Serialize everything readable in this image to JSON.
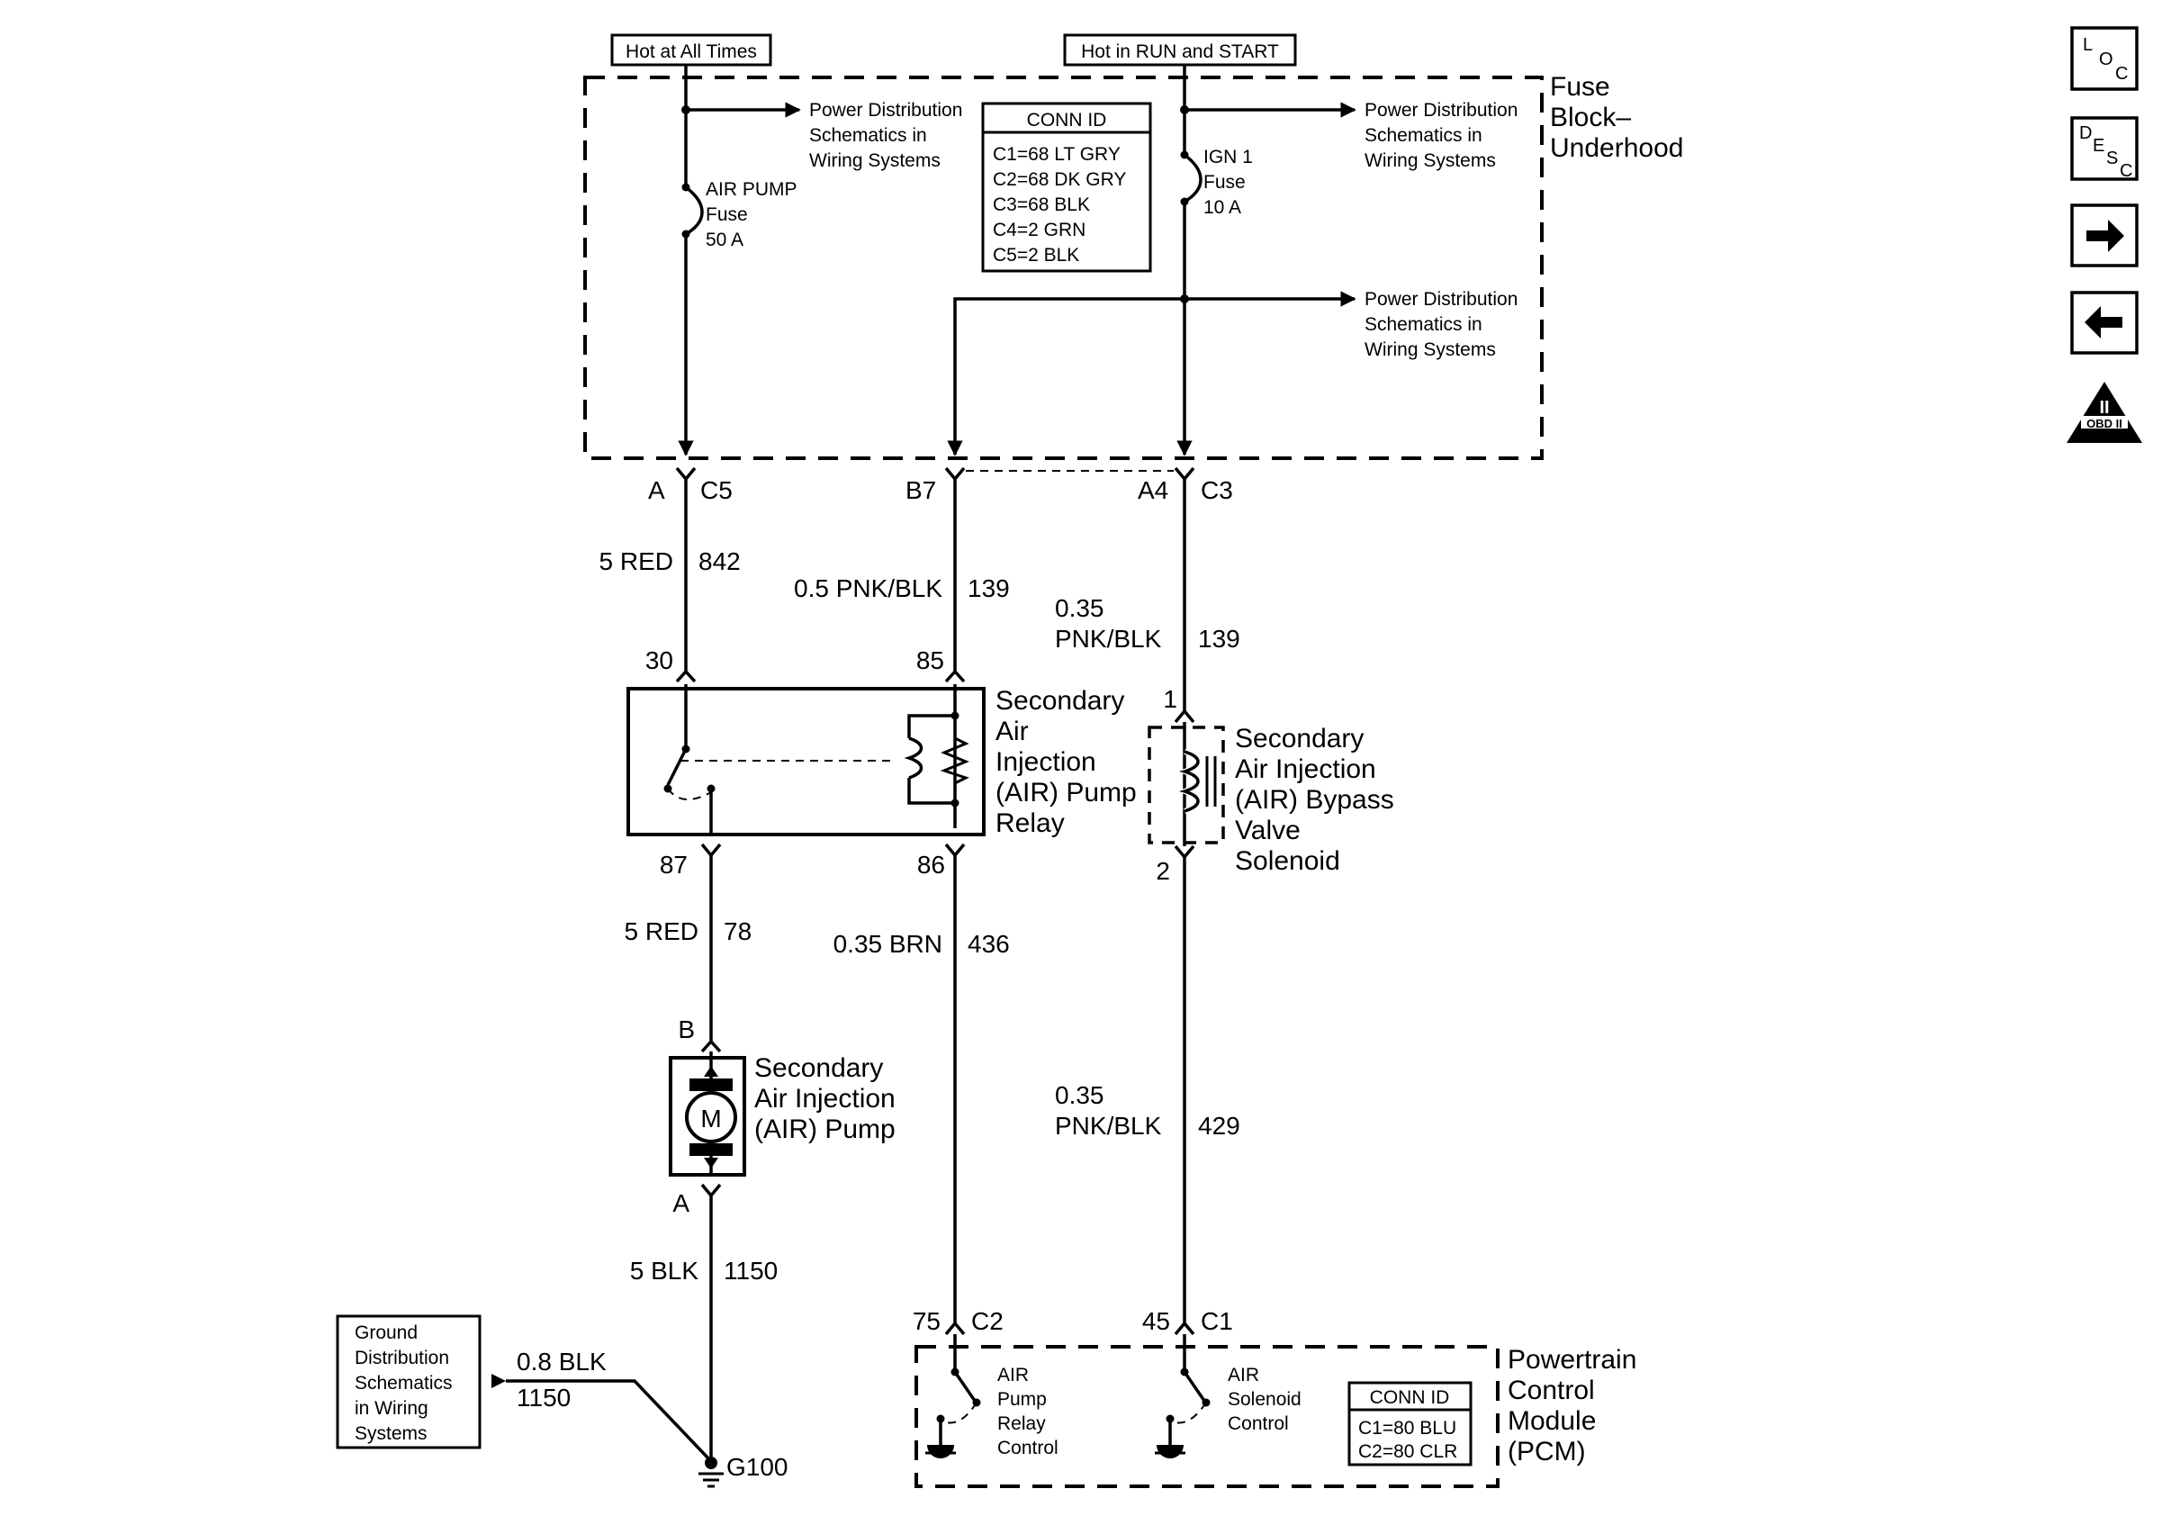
{
  "sources": {
    "hot_at_all_times": "Hot at All Times",
    "hot_in_run_start": "Hot in RUN and START"
  },
  "fuse_block": {
    "title_line1": "Fuse",
    "title_line2": "Block–",
    "title_line3": "Underhood",
    "power_dist_1": [
      "Power Distribution",
      "Schematics in",
      "Wiring Systems"
    ],
    "power_dist_2": [
      "Power Distribution",
      "Schematics in",
      "Wiring Systems"
    ],
    "power_dist_3": [
      "Power Distribution",
      "Schematics in",
      "Wiring Systems"
    ],
    "air_pump_fuse": [
      "AIR PUMP",
      "Fuse",
      "50 A"
    ],
    "ign_fuse": [
      "IGN 1",
      "Fuse",
      "10 A"
    ],
    "conn_id_title": "CONN ID",
    "conn_ids": [
      "C1=68 LT GRY",
      "C2=68 DK GRY",
      "C3=68 BLK",
      "C4=2 GRN",
      "C5=2 BLK"
    ]
  },
  "terminals": {
    "a": "A",
    "c5": "C5",
    "b7": "B7",
    "a4": "A4",
    "c3": "C3",
    "t30": "30",
    "t85": "85",
    "t87": "87",
    "t86": "86",
    "s1": "1",
    "s2": "2",
    "pump_b": "B",
    "pump_a": "A",
    "t75": "75",
    "c2": "C2",
    "t45": "45",
    "c1": "C1"
  },
  "wires": {
    "w842": {
      "size": "5 RED",
      "circuit": "842"
    },
    "w139a": {
      "size": "0.5 PNK/BLK",
      "circuit": "139"
    },
    "w139b": {
      "size_line1": "0.35",
      "size_line2": "PNK/BLK",
      "circuit": "139"
    },
    "w78": {
      "size": "5 RED",
      "circuit": "78"
    },
    "w436": {
      "size": "0.35 BRN",
      "circuit": "436"
    },
    "w429": {
      "size_line1": "0.35",
      "size_line2": "PNK/BLK",
      "circuit": "429"
    },
    "w1150": {
      "size": "5 BLK",
      "circuit": "1150"
    },
    "w1150g": {
      "size": "0.8 BLK",
      "circuit": "1150"
    }
  },
  "components": {
    "relay": [
      "Secondary",
      "Air",
      "Injection",
      "(AIR) Pump",
      "Relay"
    ],
    "solenoid": [
      "Secondary",
      "Air Injection",
      "(AIR) Bypass",
      "Valve",
      "Solenoid"
    ],
    "pump": [
      "Secondary",
      "Air Injection",
      "(AIR) Pump"
    ],
    "motor_letter": "M",
    "ground_dist": [
      "Ground",
      "Distribution",
      "Schematics",
      "in Wiring",
      "Systems"
    ],
    "ground_point": "G100"
  },
  "pcm": {
    "title": [
      "Powertrain",
      "Control",
      "Module",
      "(PCM)"
    ],
    "relay_control": [
      "AIR",
      "Pump",
      "Relay",
      "Control"
    ],
    "solenoid_control": [
      "AIR",
      "Solenoid",
      "Control"
    ],
    "conn_id_title": "CONN ID",
    "conn_ids": [
      "C1=80 BLU",
      "C2=80 CLR"
    ]
  },
  "nav": {
    "loc": {
      "l": "L",
      "o": "O",
      "c": "C"
    },
    "desc": {
      "d": "D",
      "e": "E",
      "s": "S",
      "c": "C"
    },
    "obd_label": "OBD II",
    "obd_roman": "II"
  }
}
